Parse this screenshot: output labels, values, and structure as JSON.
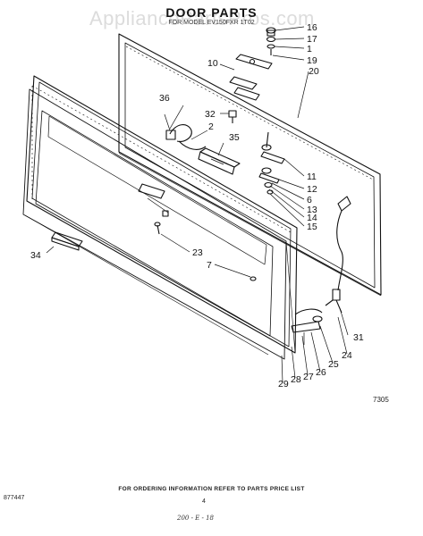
{
  "header": {
    "title": "DOOR PARTS",
    "subtitle": "FOR MODEL EV150FXR 1T02",
    "watermark": "AppliancePartsPros.com"
  },
  "figure_number": "7305",
  "callouts": [
    {
      "id": "c16",
      "label": "16"
    },
    {
      "id": "c17",
      "label": "17"
    },
    {
      "id": "c1",
      "label": "1"
    },
    {
      "id": "c19",
      "label": "19"
    },
    {
      "id": "c10",
      "label": "10"
    },
    {
      "id": "c20",
      "label": "20"
    },
    {
      "id": "c36",
      "label": "36"
    },
    {
      "id": "c32",
      "label": "32"
    },
    {
      "id": "c2",
      "label": "2"
    },
    {
      "id": "c35",
      "label": "35"
    },
    {
      "id": "c11",
      "label": "11"
    },
    {
      "id": "c12",
      "label": "12"
    },
    {
      "id": "c6",
      "label": "6"
    },
    {
      "id": "c13",
      "label": "13"
    },
    {
      "id": "c14",
      "label": "14"
    },
    {
      "id": "c15",
      "label": "15"
    },
    {
      "id": "c34",
      "label": "34"
    },
    {
      "id": "c23",
      "label": "23"
    },
    {
      "id": "c7",
      "label": "7"
    },
    {
      "id": "c31",
      "label": "31"
    },
    {
      "id": "c24",
      "label": "24"
    },
    {
      "id": "c25",
      "label": "25"
    },
    {
      "id": "c26",
      "label": "26"
    },
    {
      "id": "c27",
      "label": "27"
    },
    {
      "id": "c28",
      "label": "28"
    },
    {
      "id": "c29",
      "label": "29"
    }
  ],
  "footer": {
    "note": "FOR ORDERING INFORMATION REFER TO PARTS PRICE LIST",
    "part_number": "877447",
    "page_number": "4",
    "handwritten": "200 - E - 18"
  },
  "colors": {
    "ink": "#111111",
    "watermark": "#d6d6d6",
    "background": "#ffffff"
  }
}
